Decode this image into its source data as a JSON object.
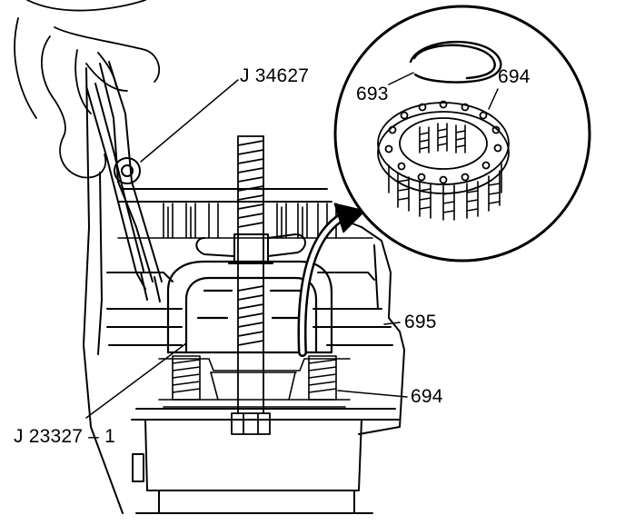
{
  "callouts": {
    "tool_j34627": "J 34627",
    "ring_693": "693",
    "spring_694_inset": "694",
    "part_695": "695",
    "spring_694": "694",
    "tool_j23327": "J 23327 – 1"
  },
  "colors": {
    "ink": "#000000",
    "paper": "#ffffff"
  }
}
